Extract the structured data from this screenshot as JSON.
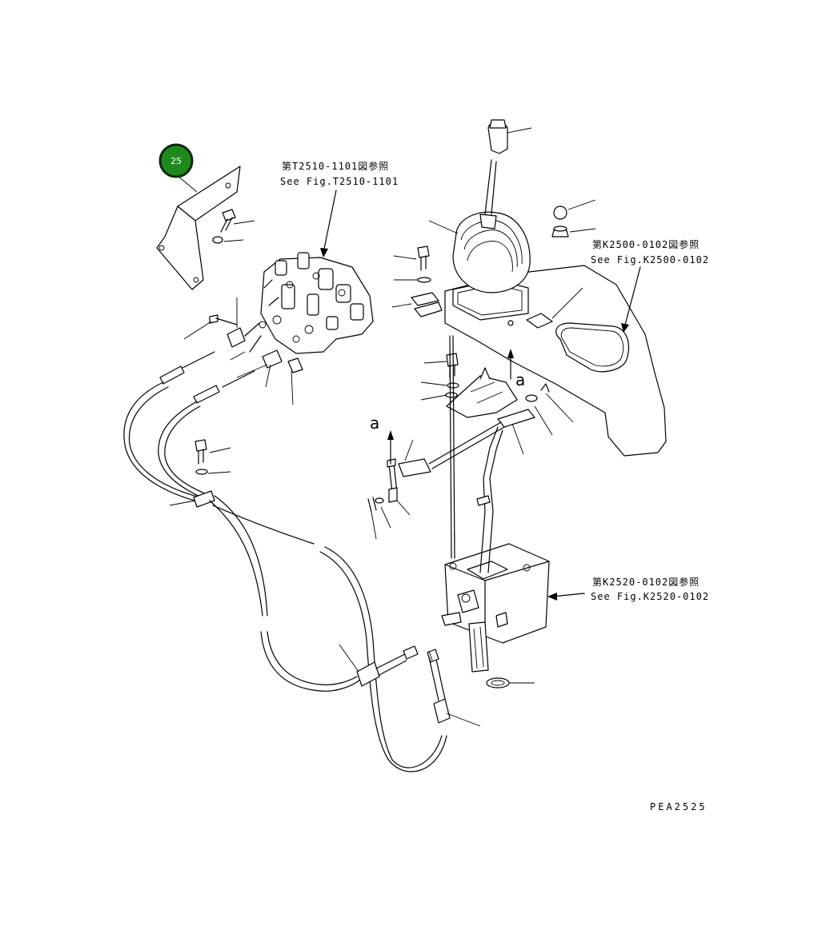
{
  "badge": {
    "number": "25",
    "color": "#1e8a1e"
  },
  "references": [
    {
      "jp": "第T2510-1101図参照",
      "en": "See Fig.T2510-1101"
    },
    {
      "jp": "第K2500-0102図参照",
      "en": "See Fig.K2500-0102"
    },
    {
      "jp": "第K2520-0102図参照",
      "en": "See Fig.K2520-0102"
    }
  ],
  "detail_marks": [
    "a",
    "a"
  ],
  "drawing_code": "PEA2525"
}
